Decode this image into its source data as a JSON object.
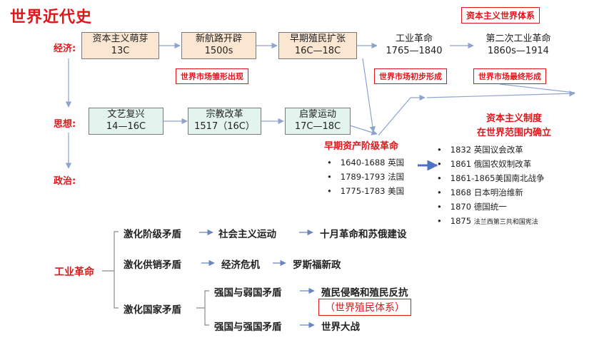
{
  "title": "世界近代史",
  "top_tag": "资本主义世界体系",
  "rows": {
    "economy": "经济:",
    "thought": "思想:",
    "politics": "政治:"
  },
  "economy": [
    {
      "name": "资本主义萌芽",
      "time": "13C"
    },
    {
      "name": "新航路开辟",
      "time": "1500s"
    },
    {
      "name": "早期殖民扩张",
      "time": "16C—18C"
    },
    {
      "name": "工业革命",
      "time": "1765—1840"
    },
    {
      "name": "第二次工业革命",
      "time": "1860s—1914"
    }
  ],
  "market_tags": [
    "世界市场雏形出现",
    "世界市场初步形成",
    "世界市场最终形成"
  ],
  "thought": [
    {
      "name": "文艺复兴",
      "time": "14—16C"
    },
    {
      "name": "宗教改革",
      "time": "1517（16C）"
    },
    {
      "name": "启蒙运动",
      "time": "17C—18C"
    }
  ],
  "early_revolution": {
    "title": "早期资产阶级革命",
    "items": [
      "1640-1688 英国",
      "1789-1793 法国",
      "1775-1783 美国"
    ]
  },
  "capitalism": {
    "title_line1": "资本主义制度",
    "title_line2": "在世界范围内确立",
    "items": [
      {
        "year": "1832",
        "text": "英国议会改革"
      },
      {
        "year": "1861",
        "text": "俄国农奴制改革"
      },
      {
        "year": "1861-1865",
        "text": "美国南北战争"
      },
      {
        "year": "1868",
        "text": "日本明治维新"
      },
      {
        "year": "1870",
        "text": "德国统一"
      },
      {
        "year": "1875",
        "text": "法兰西第三共和国宪法"
      }
    ]
  },
  "industrial": {
    "label": "工业革命",
    "branches": {
      "class": {
        "label": "激化阶级矛盾",
        "step1": "社会主义运动",
        "step2": "十月革命和苏俄建设"
      },
      "supply": {
        "label": "激化供销矛盾",
        "step1": "经济危机",
        "step2": "罗斯福新政"
      },
      "nations": {
        "label": "激化国家矛盾",
        "weak": {
          "label": "强国与弱国矛盾",
          "result": "殖民侵略和殖民反抗",
          "box": "（世界殖民体系）"
        },
        "strong": {
          "label": "强国与强国矛盾",
          "result": "世界大战"
        }
      }
    }
  },
  "colors": {
    "accent": "#e0161b",
    "arrow": "#8ea3cf",
    "arrow_bold": "#4f73c4",
    "econ_box": "#fbe6d2",
    "thought_box": "#e3f3ee"
  }
}
